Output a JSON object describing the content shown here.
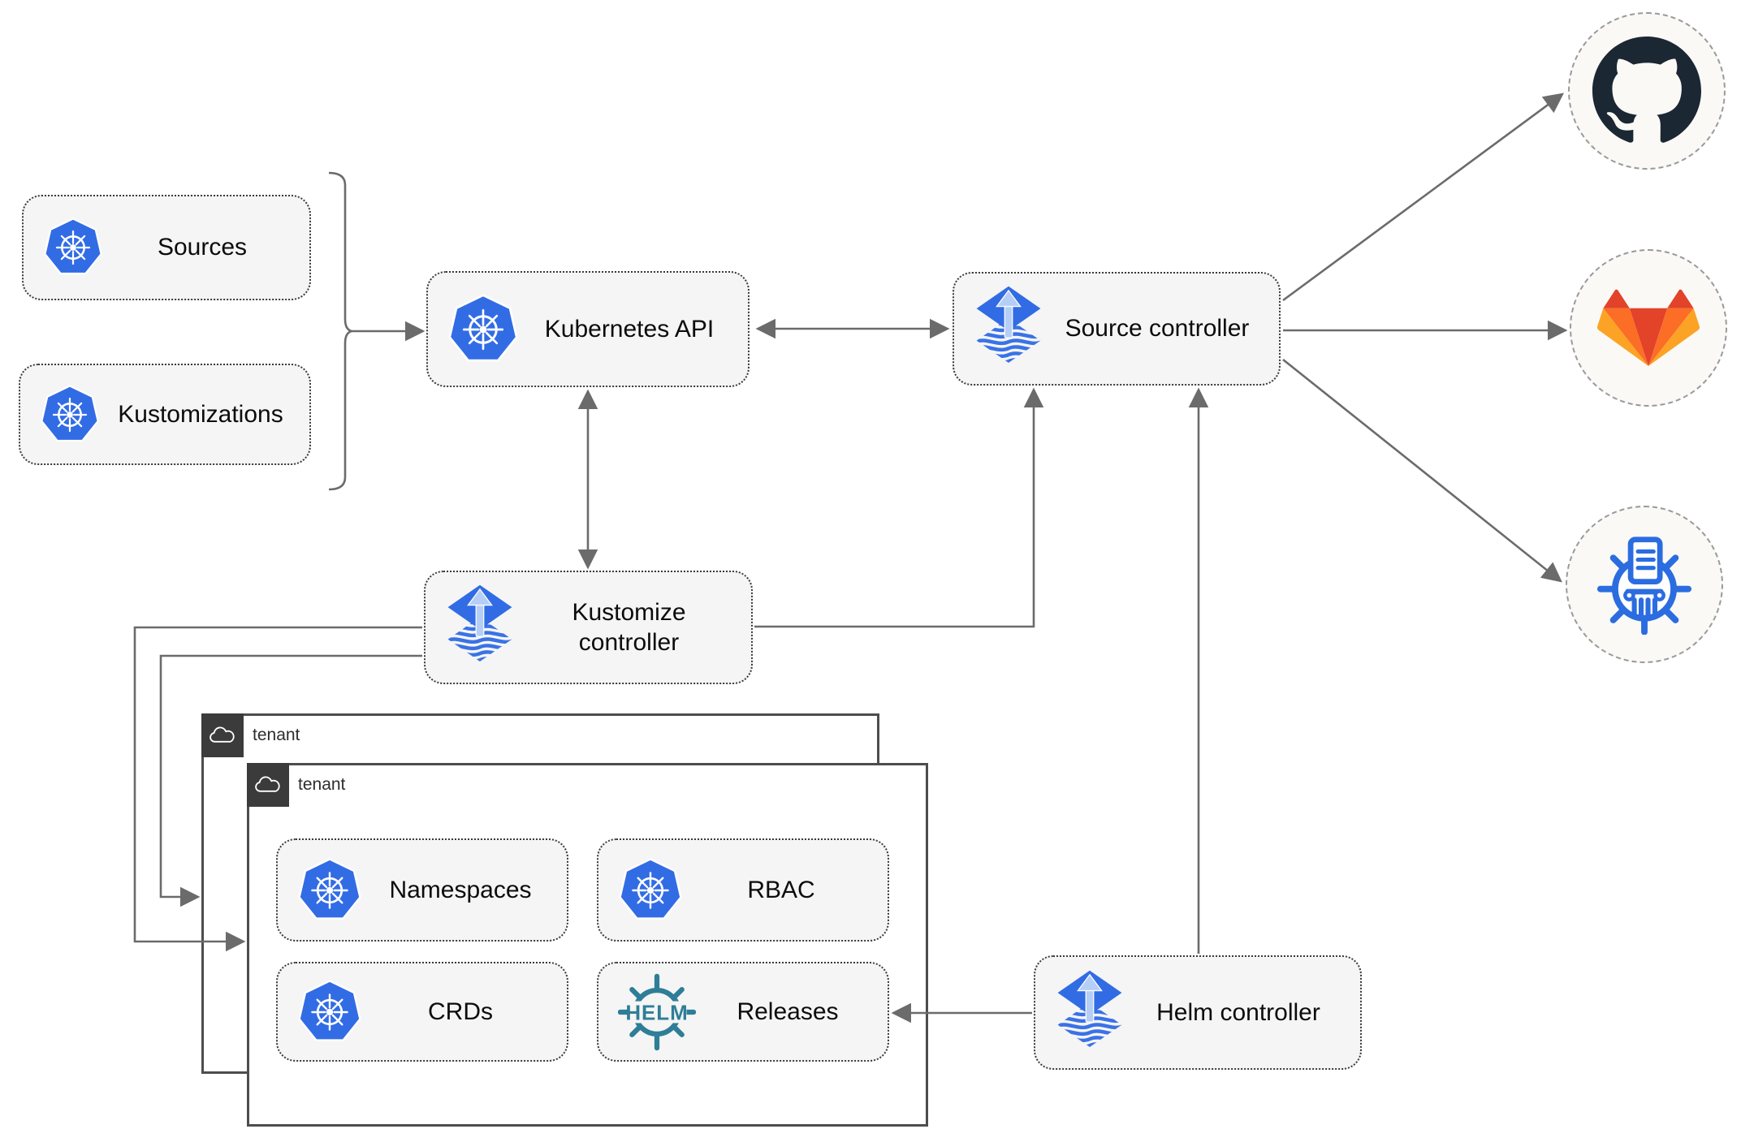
{
  "nodes": {
    "sources": {
      "label": "Sources"
    },
    "kustomizations": {
      "label": "Kustomizations"
    },
    "kubernetes_api": {
      "label": "Kubernetes API"
    },
    "source_controller": {
      "label": "Source controller"
    },
    "kustomize_controller": {
      "label": "Kustomize controller"
    },
    "helm_controller": {
      "label": "Helm controller"
    },
    "tenant_back": {
      "label": "tenant"
    },
    "tenant_front": {
      "label": "tenant"
    },
    "namespaces": {
      "label": "Namespaces"
    },
    "rbac": {
      "label": "RBAC"
    },
    "crds": {
      "label": "CRDs"
    },
    "releases": {
      "label": "Releases",
      "logo_text": "HELM"
    }
  },
  "external_sources": [
    {
      "icon": "github-icon"
    },
    {
      "icon": "gitlab-icon"
    },
    {
      "icon": "helm-repository-icon"
    }
  ],
  "colors": {
    "kubernetes_blue": "#326CE5",
    "flux_blue": "#316CE4",
    "flux_arrow_light": "#B5CEF5",
    "helm_teal": "#2E7E97",
    "github_dark": "#1B2733",
    "gitlab_red": "#E24329",
    "gitlab_orange": "#FC6D26",
    "gitlab_amber": "#FCA326",
    "repository_blue": "#2B6DE0",
    "connector_gray": "#6B6B6B",
    "node_fill": "#F5F5F5",
    "tenant_tab_dark": "#3B3B3B"
  }
}
